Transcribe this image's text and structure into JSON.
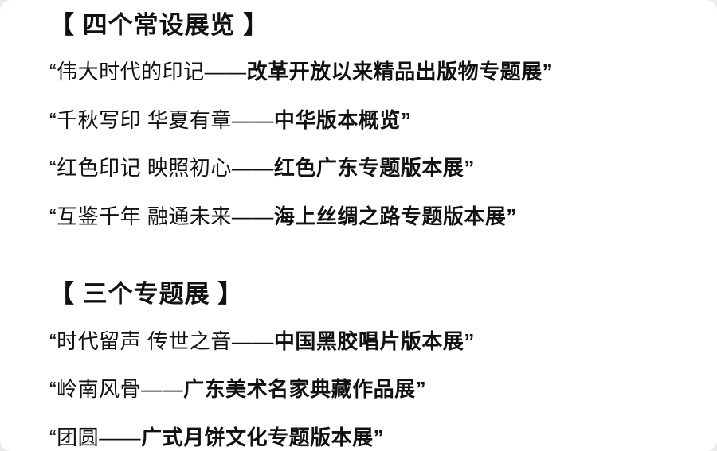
{
  "document": {
    "sections": [
      {
        "heading": "【 四个常设展览 】",
        "items": [
          {
            "lead": "“伟大时代的印记——",
            "strong": "改革开放以来精品出版物专题展”"
          },
          {
            "lead": "“千秋写印 华夏有章——",
            "strong": "中华版本概览”"
          },
          {
            "lead": "“红色印记 映照初心——",
            "strong": "红色广东专题版本展”"
          },
          {
            "lead": "“互鉴千年 融通未来——",
            "strong": "海上丝绸之路专题版本展”"
          }
        ]
      },
      {
        "heading": "【 三个专题展 】",
        "items": [
          {
            "lead": "“时代留声 传世之音——",
            "strong": "中国黑胶唱片版本展”"
          },
          {
            "lead": "“岭南风骨——",
            "strong": "广东美术名家典藏作品展”"
          },
          {
            "lead": "“团圆——",
            "strong": "广式月饼文化专题版本展”"
          }
        ]
      }
    ]
  }
}
